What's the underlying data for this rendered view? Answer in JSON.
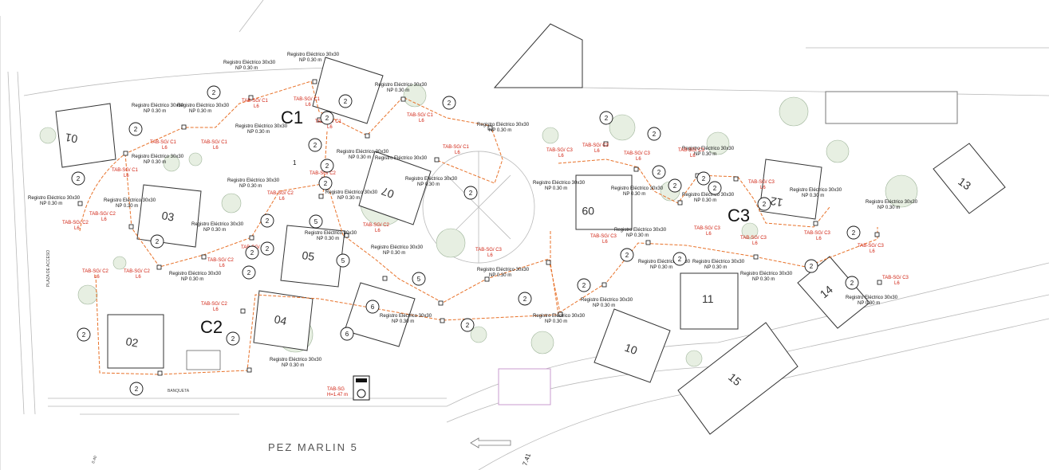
{
  "title": "",
  "zones": [
    {
      "label": "C1"
    },
    {
      "label": "C2"
    },
    {
      "label": "C3"
    }
  ],
  "units": [
    "01",
    "02",
    "03",
    "04",
    "05",
    "07",
    "09",
    "10",
    "11",
    "12",
    "13",
    "14",
    "15"
  ],
  "circle_markers": [
    "2",
    "2",
    "2",
    "2",
    "2",
    "2",
    "2",
    "2",
    "2",
    "2",
    "2",
    "2",
    "2",
    "2",
    "2",
    "2",
    "2",
    "2",
    "2",
    "2",
    "2",
    "2",
    "2",
    "2",
    "2",
    "2",
    "2",
    "2",
    "2",
    "2",
    "2",
    "2",
    "2",
    "5",
    "5",
    "5",
    "6",
    "6"
  ],
  "registro_label": "Registro Eléctrico 30x30",
  "registro_depth": "NP 0.30 m",
  "tab_labels": [
    "TAB-SG/ C1",
    "TAB-SG/ C1",
    "TAB-SG/ C1",
    "TAB-SG/ C1",
    "TAB-SG/ C1",
    "TAB-SG/ C1",
    "TAB-SG/ C1",
    "TAB-SG/ C1",
    "TAB-SG/ C2",
    "TAB-SG/ C2",
    "TAB-SG/ C2",
    "TAB-SG/ C2",
    "TAB-SG/ C2",
    "TAB-SG/ C2",
    "TAB-SG/ C2",
    "TAB-SG/ C2",
    "TAB-SG/ C2",
    "TAB-SG/ C2",
    "TAB-SG/ C3",
    "TAB-SG/ C3",
    "TAB-SG/ C3",
    "TAB-SG/ C3",
    "TAB-SG/ C3",
    "TAB-SG/ C3",
    "TAB-SG/ C3",
    "TAB-SG/ C3",
    "TAB-SG/ C3",
    "TAB-SG/ C3",
    "TAB-SG/ C3",
    "TAB-SG/ C3"
  ],
  "cable_label": "L6",
  "main_board": {
    "label": "TAB-SG",
    "height": "H=1.47 m"
  },
  "extra_label": "1",
  "street": "PEZ MARLIN 5",
  "side_road": "PLAZA DE ACCESO",
  "bottom_road": "BANQUETA",
  "level_note": "7.41",
  "level_note_left": "0.40",
  "colors": {
    "line": "#9a9a9a",
    "route": "#e8722a",
    "label": "#d02010",
    "tree": "#c9dcc1",
    "dark": "#111111"
  }
}
